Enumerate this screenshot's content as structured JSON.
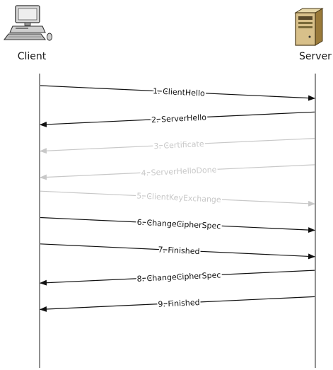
{
  "actors": {
    "client": {
      "label": "Client",
      "icon": "desktop-computer-icon"
    },
    "server": {
      "label": "Server",
      "icon": "server-tower-icon"
    }
  },
  "colors": {
    "active": "#111111",
    "faded": "#c8c8c8",
    "lifeline": "#222222"
  },
  "messages": [
    {
      "label": "1. ClientHello",
      "direction": "client-to-server",
      "faded": false
    },
    {
      "label": "2. ServerHello",
      "direction": "server-to-client",
      "faded": false
    },
    {
      "label": "3. Certificate",
      "direction": "server-to-client",
      "faded": true
    },
    {
      "label": "4. ServerHelloDone",
      "direction": "server-to-client",
      "faded": true
    },
    {
      "label": "5. ClientKeyExchange",
      "direction": "client-to-server",
      "faded": true
    },
    {
      "label": "6. ChangeCipherSpec",
      "direction": "client-to-server",
      "faded": false
    },
    {
      "label": "7. Finished",
      "direction": "client-to-server",
      "faded": false
    },
    {
      "label": "8. ChangeCipherSpec",
      "direction": "server-to-client",
      "faded": false
    },
    {
      "label": "9. Finished",
      "direction": "server-to-client",
      "faded": false
    }
  ]
}
